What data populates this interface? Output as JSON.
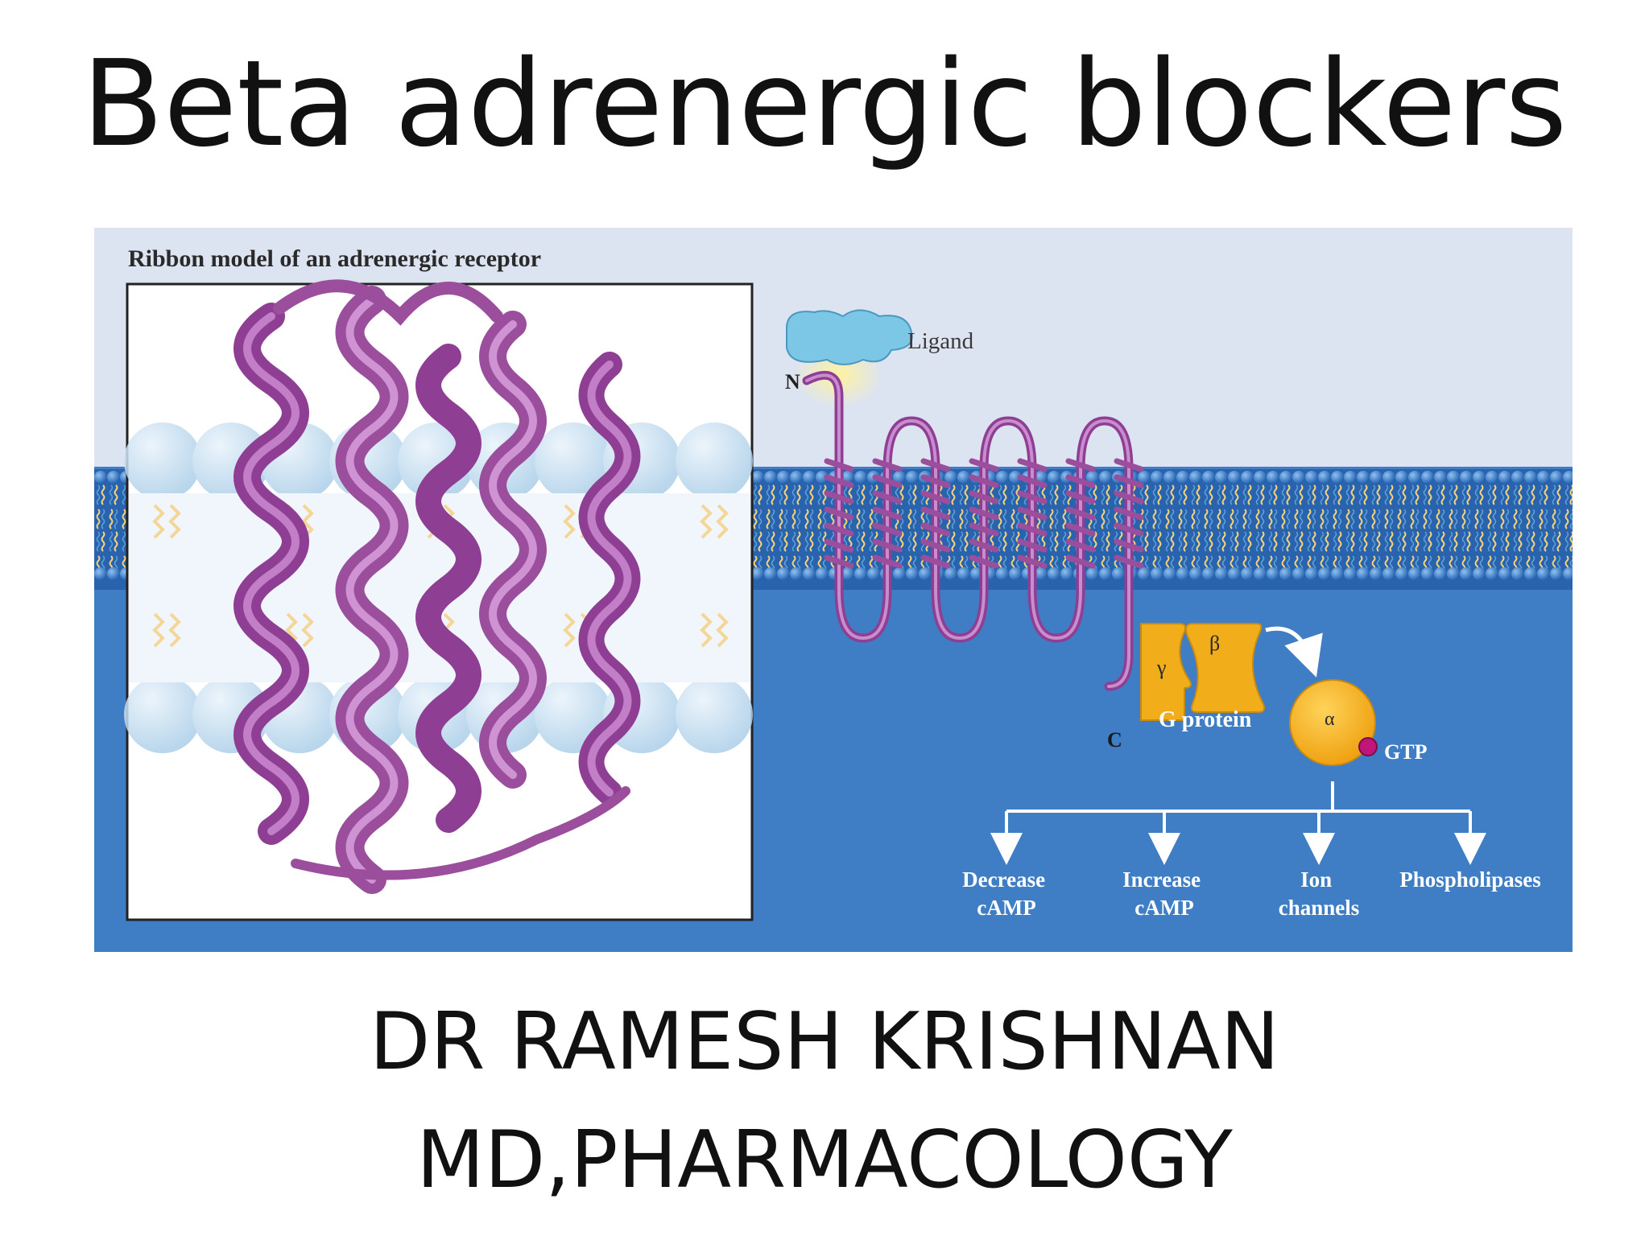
{
  "slide": {
    "title": "Beta adrenergic blockers",
    "author_name": "DR RAMESH KRISHNAN",
    "author_degree": "MD,PHARMACOLOGY"
  },
  "figure": {
    "caption": "Ribbon model of an adrenergic receptor",
    "labels": {
      "ligand": "Ligand",
      "n_terminus": "N",
      "c_terminus": "C",
      "gamma": "γ",
      "beta": "β",
      "alpha": "α",
      "g_protein": "G protein",
      "gtp": "GTP"
    },
    "effectors": [
      {
        "line1": "Decrease",
        "line2": "cAMP"
      },
      {
        "line1": "Increase",
        "line2": "cAMP"
      },
      {
        "line1": "Ion",
        "line2": "channels"
      },
      {
        "line1": "Phospholipases",
        "line2": ""
      }
    ]
  },
  "colors": {
    "sky": "#dfe6f2",
    "cytoplasm": "#3f7dc4",
    "membrane_head": "#2f72c4",
    "lipid_tail": "#f3d27a",
    "receptor": "#9a4e9c",
    "g_protein": "#f2ae1a",
    "gtp": "#c2157a",
    "ligand": "#7cc6e6"
  }
}
